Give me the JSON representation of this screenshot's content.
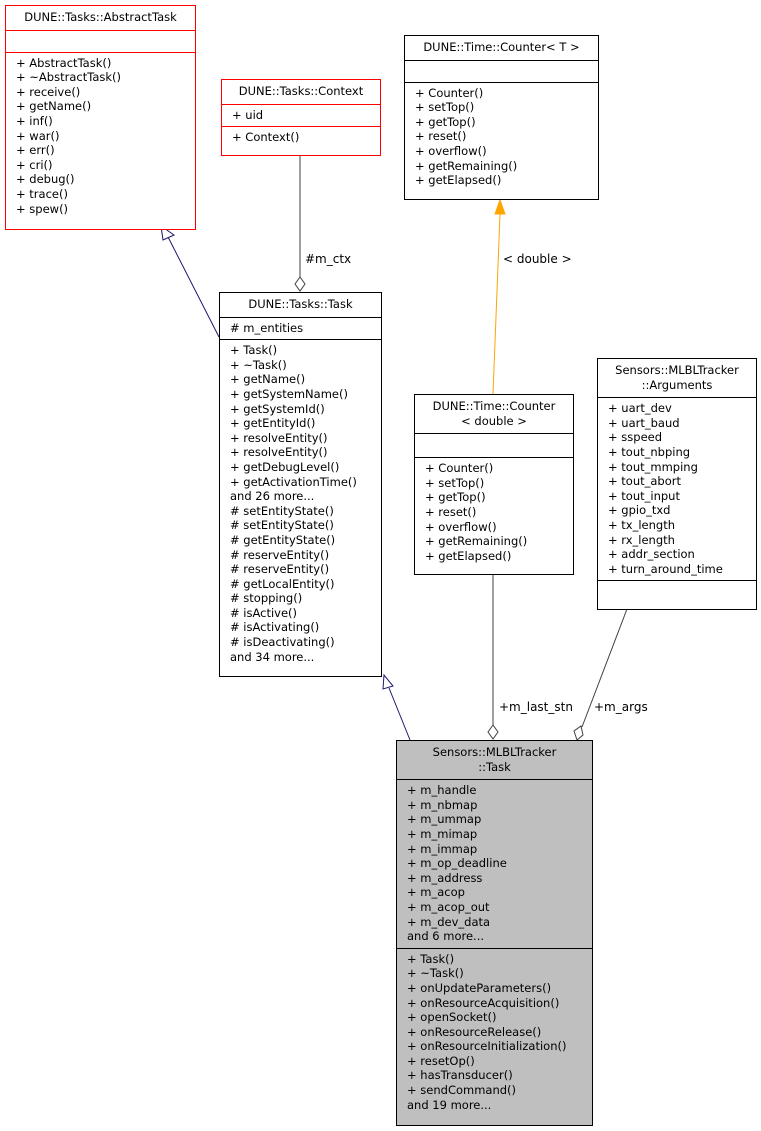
{
  "classes": {
    "abstract_task": {
      "title": [
        "DUNE::Tasks::AbstractTask"
      ],
      "attributes": [],
      "methods": [
        "+ AbstractTask()",
        "+ ~AbstractTask()",
        "+ receive()",
        "+ getName()",
        "+ inf()",
        "+ war()",
        "+ err()",
        "+ cri()",
        "+ debug()",
        "+ trace()",
        "+ spew()"
      ]
    },
    "context": {
      "title": [
        "DUNE::Tasks::Context"
      ],
      "attributes": [
        "+ uid"
      ],
      "methods": [
        "+ Context()"
      ]
    },
    "counter_t": {
      "title": [
        "DUNE::Time::Counter< T >"
      ],
      "attributes": [],
      "methods": [
        "+ Counter()",
        "+ setTop()",
        "+ getTop()",
        "+ reset()",
        "+ overflow()",
        "+ getRemaining()",
        "+ getElapsed()"
      ]
    },
    "task": {
      "title": [
        "DUNE::Tasks::Task"
      ],
      "attributes": [
        "# m_entities"
      ],
      "methods": [
        "+ Task()",
        "+ ~Task()",
        "+ getName()",
        "+ getSystemName()",
        "+ getSystemId()",
        "+ getEntityId()",
        "+ resolveEntity()",
        "+ resolveEntity()",
        "+ getDebugLevel()",
        "+ getActivationTime()",
        "and 26 more...",
        "# setEntityState()",
        "# setEntityState()",
        "# getEntityState()",
        "# reserveEntity()",
        "# reserveEntity()",
        "# getLocalEntity()",
        "# stopping()",
        "# isActive()",
        "# isActivating()",
        "# isDeactivating()",
        "and 34 more..."
      ]
    },
    "counter_double": {
      "title": [
        "DUNE::Time::Counter",
        "< double >"
      ],
      "attributes": [],
      "methods": [
        "+ Counter()",
        "+ setTop()",
        "+ getTop()",
        "+ reset()",
        "+ overflow()",
        "+ getRemaining()",
        "+ getElapsed()"
      ]
    },
    "arguments": {
      "title": [
        "Sensors::MLBLTracker",
        "::Arguments"
      ],
      "attributes": [
        "+ uart_dev",
        "+ uart_baud",
        "+ sspeed",
        "+ tout_nbping",
        "+ tout_mmping",
        "+ tout_abort",
        "+ tout_input",
        "+ gpio_txd",
        "+ tx_length",
        "+ rx_length",
        "+ addr_section",
        "+ turn_around_time"
      ],
      "methods": []
    },
    "mlbl_task": {
      "title": [
        "Sensors::MLBLTracker",
        "::Task"
      ],
      "attributes": [
        "+ m_handle",
        "+ m_nbmap",
        "+ m_ummap",
        "+ m_mimap",
        "+ m_immap",
        "+ m_op_deadline",
        "+ m_address",
        "+ m_acop",
        "+ m_acop_out",
        "+ m_dev_data",
        "and 6 more..."
      ],
      "methods": [
        "+ Task()",
        "+ ~Task()",
        "+ onUpdateParameters()",
        "+ onResourceAcquisition()",
        "+ openSocket()",
        "+ onResourceRelease()",
        "+ onResourceInitialization()",
        "+ resetOp()",
        "+ hasTransducer()",
        "+ sendCommand()",
        "and 19 more..."
      ]
    }
  },
  "edge_labels": {
    "m_ctx": "#m_ctx",
    "template_arg": "< double >",
    "m_last_stn": "+m_last_stn",
    "m_args": "+m_args"
  },
  "colors": {
    "inheritance": "#191970",
    "template": "#ffa500",
    "usage": "#404040",
    "external_border": "#ff0000",
    "focus_fill": "#bfbfbf"
  }
}
